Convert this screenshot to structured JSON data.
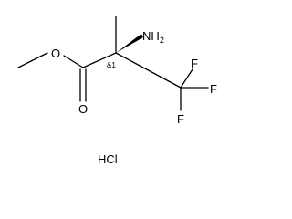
{
  "molecule": {
    "atoms": {
      "o_ether": "O",
      "o_carbonyl": "O",
      "n_amino": "NH",
      "n_sub": "2",
      "f_top": "F",
      "f_right": "F",
      "f_bottom": "F"
    },
    "stereo_label": "&1",
    "salt": "HCl"
  }
}
